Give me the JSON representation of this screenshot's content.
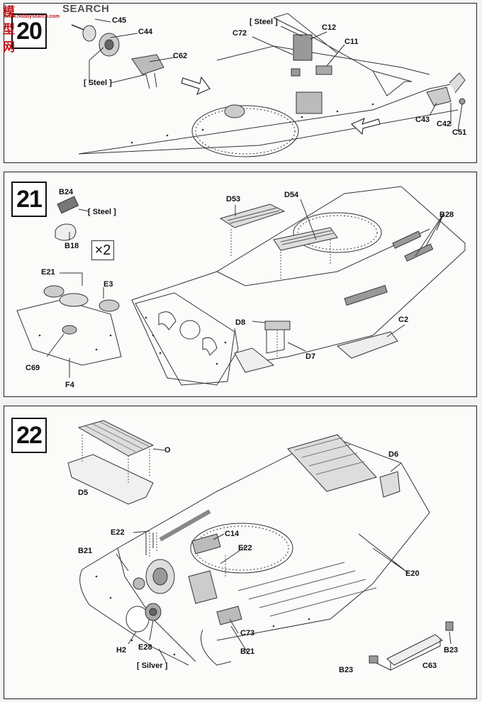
{
  "watermark": {
    "logo_text": "模型网",
    "url": "www.hobbysearch.com",
    "search_label": "SEARCH"
  },
  "steps": [
    {
      "number": "20",
      "labels": {
        "c45": "C45",
        "c44": "C44",
        "c62": "C62",
        "c72": "C72",
        "c12": "C12",
        "c11": "C11",
        "c43": "C43",
        "c42": "C42",
        "c51": "C51"
      },
      "materials": [
        "[ Steel ]",
        "[ Steel ]"
      ]
    },
    {
      "number": "21",
      "labels": {
        "b24": "B24",
        "b18": "B18",
        "e21": "E21",
        "e3": "E3",
        "c69": "C69",
        "f4": "F4",
        "d53": "D53",
        "d54": "D54",
        "b28": "B28",
        "d8": "D8",
        "d7": "D7",
        "c2": "C2"
      },
      "materials": [
        "[ Steel ]"
      ],
      "multiplier": "×2"
    },
    {
      "number": "22",
      "labels": {
        "o": "O",
        "d5": "D5",
        "d6": "D6",
        "e22a": "E22",
        "c14": "C14",
        "e22b": "E22",
        "b21a": "B21",
        "e20": "E20",
        "c73": "C73",
        "b21b": "B21",
        "h2": "H2",
        "e28": "E28",
        "b23a": "B23",
        "b23b": "B23",
        "c63": "C63"
      },
      "materials": [
        "[ Silver ]"
      ]
    }
  ]
}
